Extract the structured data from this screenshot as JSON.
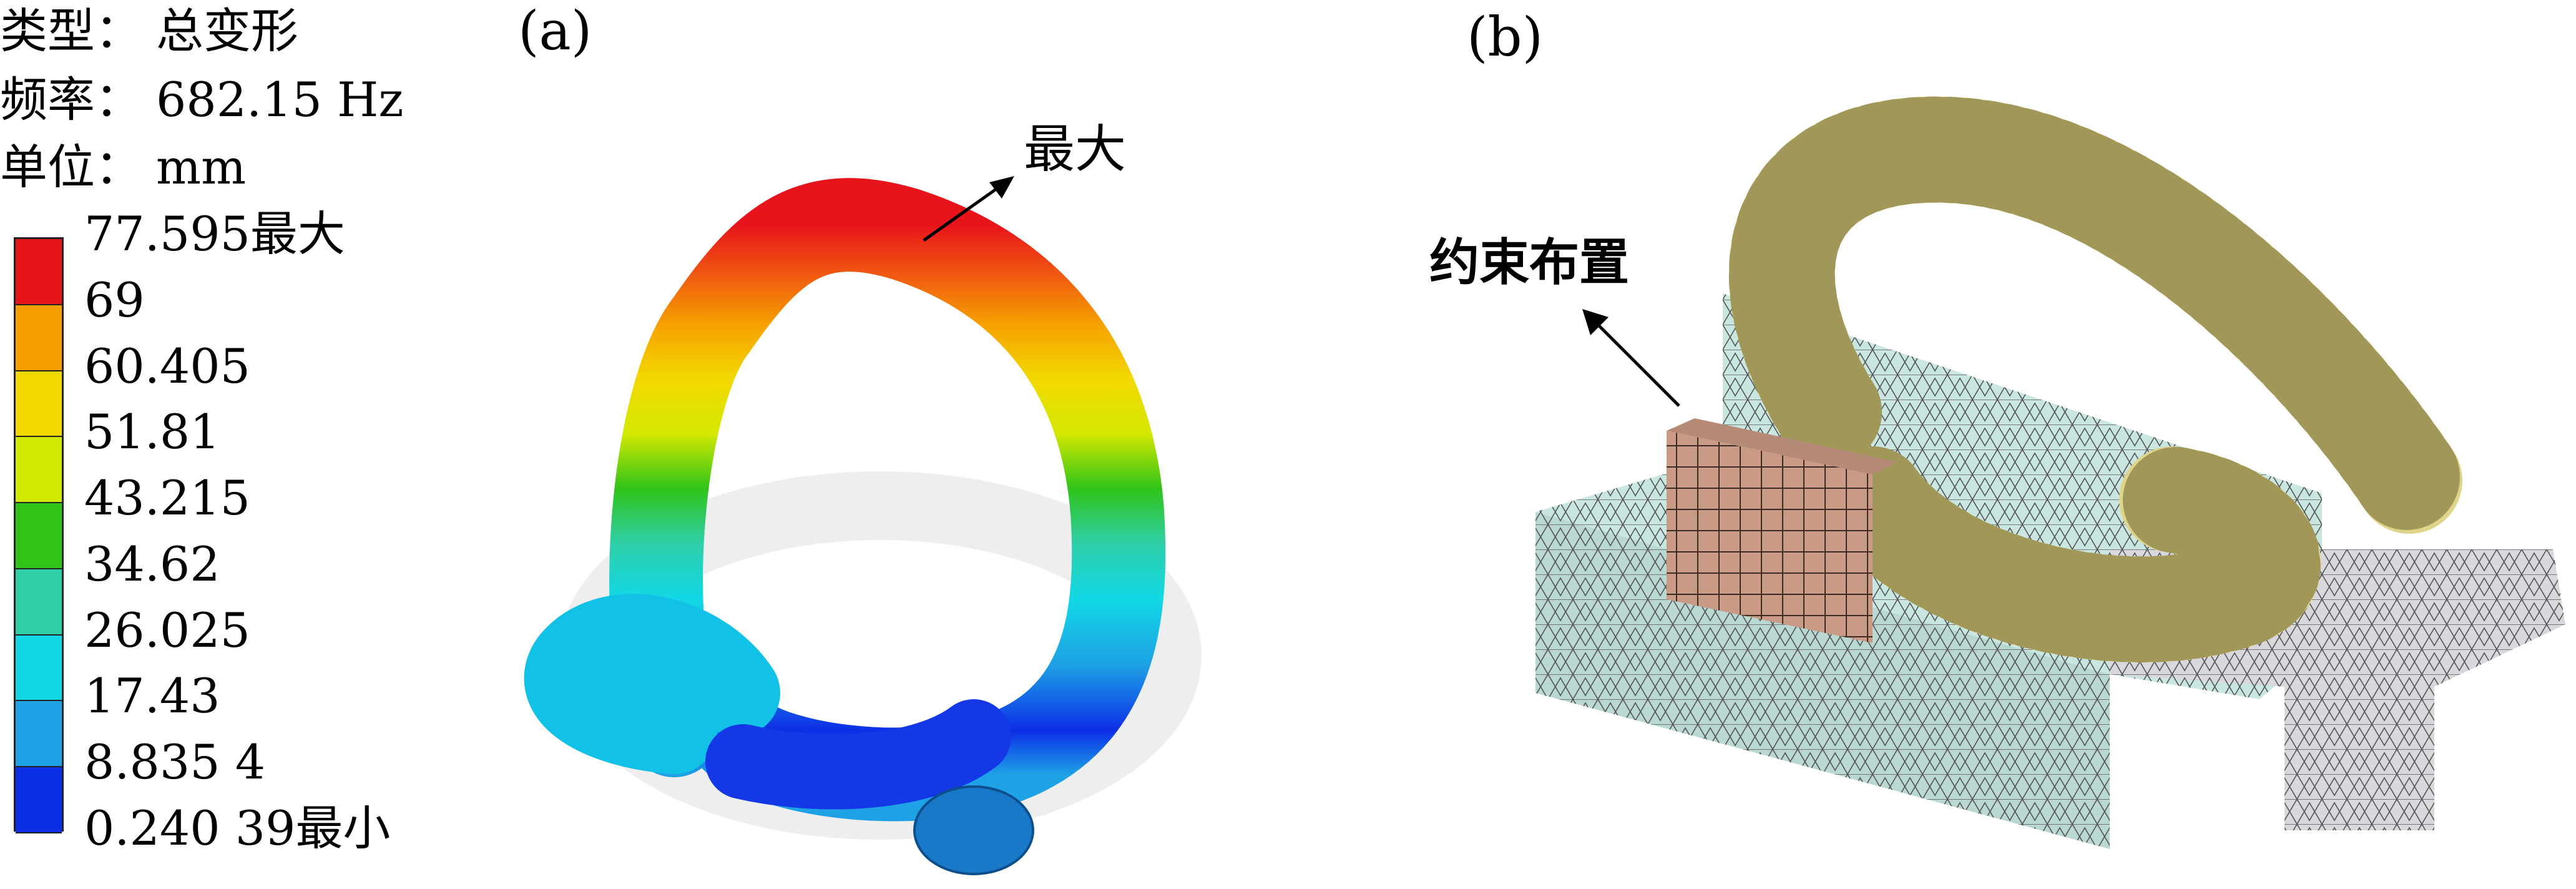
{
  "result_info": {
    "type_label": "类型：",
    "type_value": "总变形",
    "freq_label": "频率：",
    "freq_value": "682.15 Hz",
    "unit_label": "单位：",
    "unit_value": "mm"
  },
  "legend": {
    "values": [
      "77.595最大",
      "69",
      "60.405",
      "51.81",
      "43.215",
      "34.62",
      "26.025",
      "17.43",
      "8.835 4",
      "0.240 39最小"
    ],
    "colors": [
      "#e8141b",
      "#f6a000",
      "#f3d800",
      "#d3e800",
      "#30c318",
      "#2ecfa8",
      "#12d8e6",
      "#1ea2e5",
      "#0c2ee6"
    ]
  },
  "panel_a": {
    "label": "(a)",
    "annotation": "最大"
  },
  "panel_b": {
    "label": "(b)",
    "annotation": "约束布置"
  },
  "mesh_colors": {
    "tube": "#ded48a",
    "block": "#c9e6e0",
    "clamp": "#c99a86",
    "side": "#d8d8dc"
  }
}
